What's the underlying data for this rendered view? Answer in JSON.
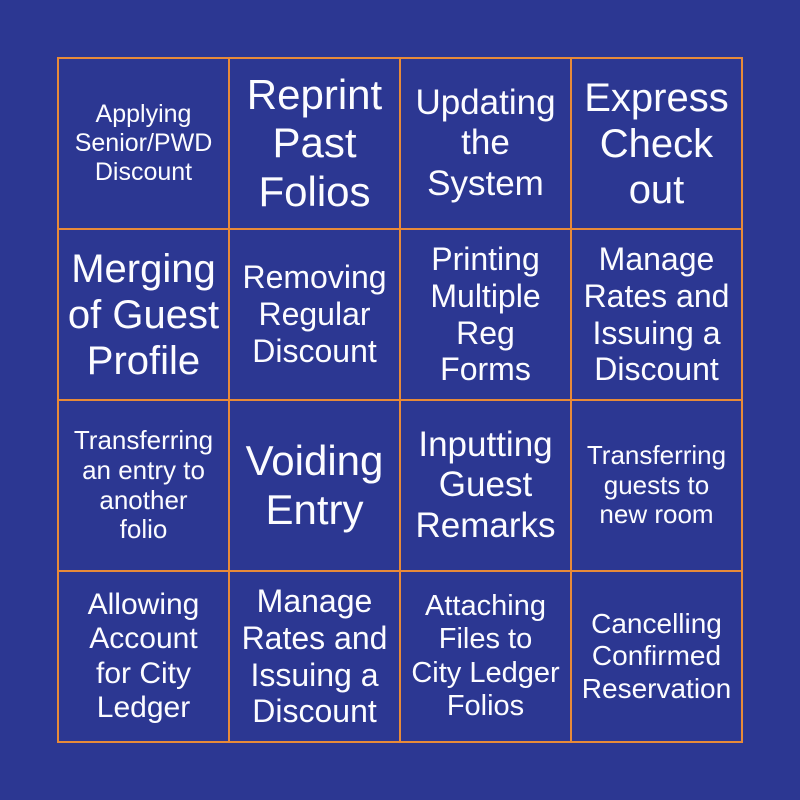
{
  "board": {
    "type": "bingo-card",
    "rows": 4,
    "cols": 4,
    "colors": {
      "background": "#2C3792",
      "gridline": "#E88A38",
      "text": "#FCFCFF"
    },
    "cells": [
      {
        "text": "Applying\nSenior/PWD\nDiscount"
      },
      {
        "text": "Reprint\nPast\nFolios"
      },
      {
        "text": "Updating\nthe\nSystem"
      },
      {
        "text": "Express\nCheck\nout"
      },
      {
        "text": "Merging\nof Guest\nProfile"
      },
      {
        "text": "Removing\nRegular\nDiscount"
      },
      {
        "text": "Printing\nMultiple\nReg\nForms"
      },
      {
        "text": "Manage\nRates and\nIssuing a\nDiscount"
      },
      {
        "text": "Transferring\nan entry to\nanother\nfolio"
      },
      {
        "text": "Voiding\nEntry"
      },
      {
        "text": "Inputting\nGuest\nRemarks"
      },
      {
        "text": "Transferring\nguests to\nnew room"
      },
      {
        "text": "Allowing\nAccount\nfor City\nLedger"
      },
      {
        "text": "Manage\nRates and\nIssuing a\nDiscount"
      },
      {
        "text": "Attaching\nFiles to\nCity Ledger\nFolios"
      },
      {
        "text": "Cancelling\nConfirmed\nReservation"
      }
    ]
  }
}
